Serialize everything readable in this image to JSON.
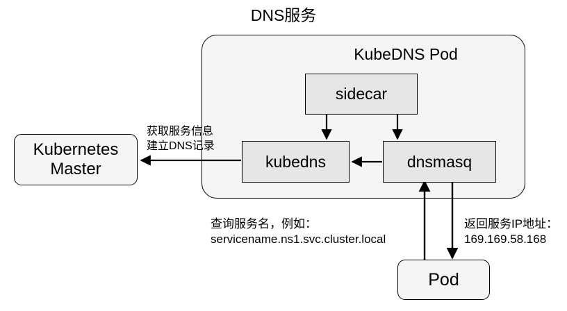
{
  "diagram": {
    "title": "DNS服务",
    "container": {
      "name": "KubeDNS Pod",
      "label": "KubeDNS Pod"
    },
    "nodes": {
      "sidecar": "sidecar",
      "kubedns": "kubedns",
      "dnsmasq": "dnsmasq",
      "kubernetes_master": "Kubernetes\nMaster",
      "pod": "Pod"
    },
    "edge_labels": {
      "master_edge": "获取服务信息\n建立DNS记录",
      "query": "查询服务名，例如：\nservicename.ns1.svc.cluster.local",
      "response": "返回服务IP地址：\n169.169.58.168"
    },
    "colors": {
      "page_background": "#ffffff",
      "container_fill": "#f5f5f5",
      "inner_node_fill": "#e6e6e6",
      "round_node_fill": "#f5f5f5",
      "stroke": "#000000",
      "text": "#000000"
    },
    "edges": [
      {
        "from": "sidecar",
        "to": "kubedns",
        "direction": "down"
      },
      {
        "from": "sidecar",
        "to": "dnsmasq",
        "direction": "down"
      },
      {
        "from": "dnsmasq",
        "to": "kubedns",
        "direction": "left"
      },
      {
        "from": "kubedns",
        "to": "kubernetes_master",
        "direction": "left"
      },
      {
        "from": "pod",
        "to": "dnsmasq",
        "direction": "up"
      },
      {
        "from": "dnsmasq",
        "to": "pod",
        "direction": "down"
      }
    ]
  }
}
